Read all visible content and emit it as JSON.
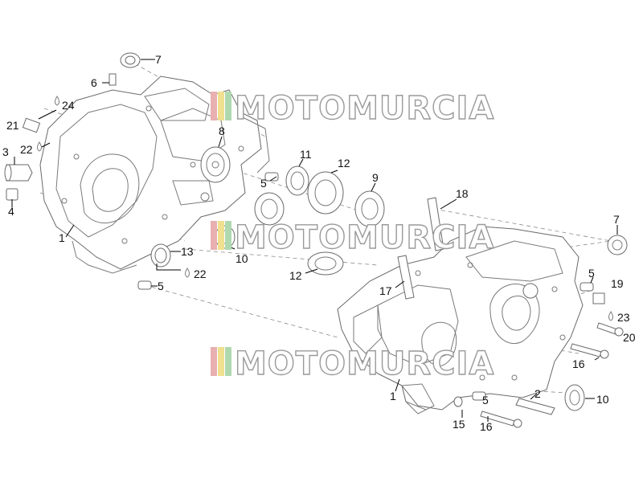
{
  "watermark": {
    "text": "MOTOMURCIA",
    "stripe_colors": [
      "#e8b0b0",
      "#f0e090",
      "#b0d8b0"
    ]
  },
  "labels": [
    {
      "id": "l1",
      "text": "7"
    },
    {
      "id": "l2",
      "text": "6"
    },
    {
      "id": "l3",
      "text": "24"
    },
    {
      "id": "l4",
      "text": "21"
    },
    {
      "id": "l5",
      "text": "22"
    },
    {
      "id": "l6",
      "text": "3"
    },
    {
      "id": "l7",
      "text": "4"
    },
    {
      "id": "l8",
      "text": "1"
    },
    {
      "id": "l9",
      "text": "8"
    },
    {
      "id": "l10",
      "text": "11"
    },
    {
      "id": "l11",
      "text": "12"
    },
    {
      "id": "l12",
      "text": "9"
    },
    {
      "id": "l13",
      "text": "5"
    },
    {
      "id": "l14",
      "text": "13"
    },
    {
      "id": "l15",
      "text": "22"
    },
    {
      "id": "l16",
      "text": "10"
    },
    {
      "id": "l17",
      "text": "5"
    },
    {
      "id": "l18",
      "text": "12"
    },
    {
      "id": "l19",
      "text": "18"
    },
    {
      "id": "l20",
      "text": "7"
    },
    {
      "id": "l21",
      "text": "17"
    },
    {
      "id": "l22",
      "text": "5"
    },
    {
      "id": "l23",
      "text": "19"
    },
    {
      "id": "l24",
      "text": "23"
    },
    {
      "id": "l25",
      "text": "20"
    },
    {
      "id": "l26",
      "text": "16"
    },
    {
      "id": "l27",
      "text": "1"
    },
    {
      "id": "l28",
      "text": "2"
    },
    {
      "id": "l29",
      "text": "10"
    },
    {
      "id": "l30",
      "text": "5"
    },
    {
      "id": "l31",
      "text": "15"
    },
    {
      "id": "l32",
      "text": "16"
    }
  ]
}
